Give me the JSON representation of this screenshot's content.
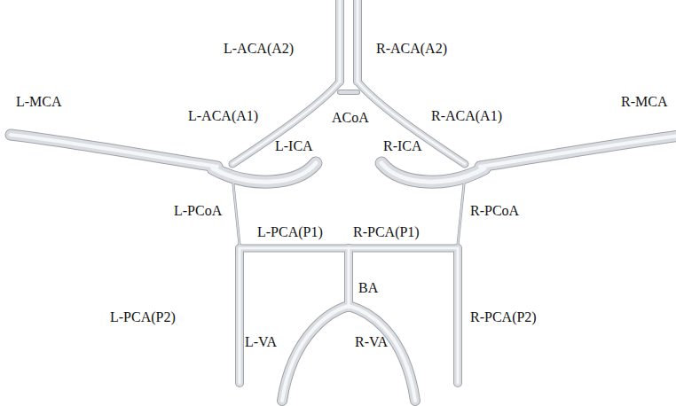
{
  "diagram": {
    "labels": [
      "L-ACA(A2)",
      "R-ACA(A2)",
      "L-MCA",
      "R-MCA",
      "L-ACA(A1)",
      "ACoA",
      "R-ACA(A1)",
      "L-ICA",
      "R-ICA",
      "L-PCoA",
      "R-PCoA",
      "L-PCA(P1)",
      "R-PCA(P1)",
      "BA",
      "L-PCA(P2)",
      "R-PCA(P2)",
      "L-VA",
      "R-VA"
    ]
  }
}
